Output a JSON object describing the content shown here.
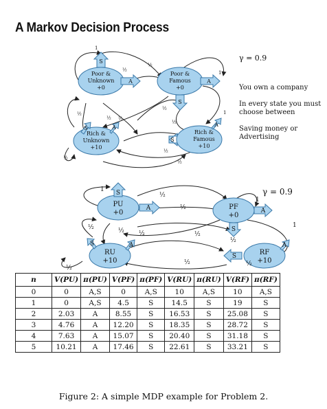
{
  "title": "A Markov Decision Process",
  "top_diagram": {
    "gamma": "γ = 0.9",
    "states": {
      "poor_unknown": [
        "Poor &",
        "Unknown",
        "+0"
      ],
      "poor_famous": [
        "Poor &",
        "Famous",
        "+0"
      ],
      "rich_unknown": [
        "Rich &",
        "Unknown",
        "+10"
      ],
      "rich_famous": [
        "Rich &",
        "Famous",
        "+10"
      ]
    },
    "action_s": "S",
    "action_a": "A",
    "prob_half": "½",
    "prob_one": "1",
    "notes": {
      "company": "You own a company",
      "choose": "In every state you must choose between",
      "options": "Saving money or Advertising"
    }
  },
  "bottom_diagram": {
    "gamma": "γ = 0.9",
    "states": {
      "pu": [
        "PU",
        "+0"
      ],
      "pf": [
        "PF",
        "+0"
      ],
      "ru": [
        "RU",
        "+10"
      ],
      "rf": [
        "RF",
        "+10"
      ]
    },
    "action_s": "S",
    "action_a": "A",
    "prob_half": "½",
    "prob_one": "1"
  },
  "table": {
    "headers": [
      "n",
      "V(PU)",
      "π(PU)",
      "V(PF)",
      "π(PF)",
      "V(RU)",
      "π(RU)",
      "V(RF)",
      "π(RF)"
    ],
    "rows": [
      [
        "0",
        "0",
        "A,S",
        "0",
        "A,S",
        "10",
        "A,S",
        "10",
        "A,S"
      ],
      [
        "1",
        "0",
        "A,S",
        "4.5",
        "S",
        "14.5",
        "S",
        "19",
        "S"
      ],
      [
        "2",
        "2.03",
        "A",
        "8.55",
        "S",
        "16.53",
        "S",
        "25.08",
        "S"
      ],
      [
        "3",
        "4.76",
        "A",
        "12.20",
        "S",
        "18.35",
        "S",
        "28.72",
        "S"
      ],
      [
        "4",
        "7.63",
        "A",
        "15.07",
        "S",
        "20.40",
        "S",
        "31.18",
        "S"
      ],
      [
        "5",
        "10.21",
        "A",
        "17.46",
        "S",
        "22.61",
        "S",
        "33.21",
        "S"
      ]
    ]
  },
  "caption": "Figure 2: A simple MDP example for Problem 2."
}
